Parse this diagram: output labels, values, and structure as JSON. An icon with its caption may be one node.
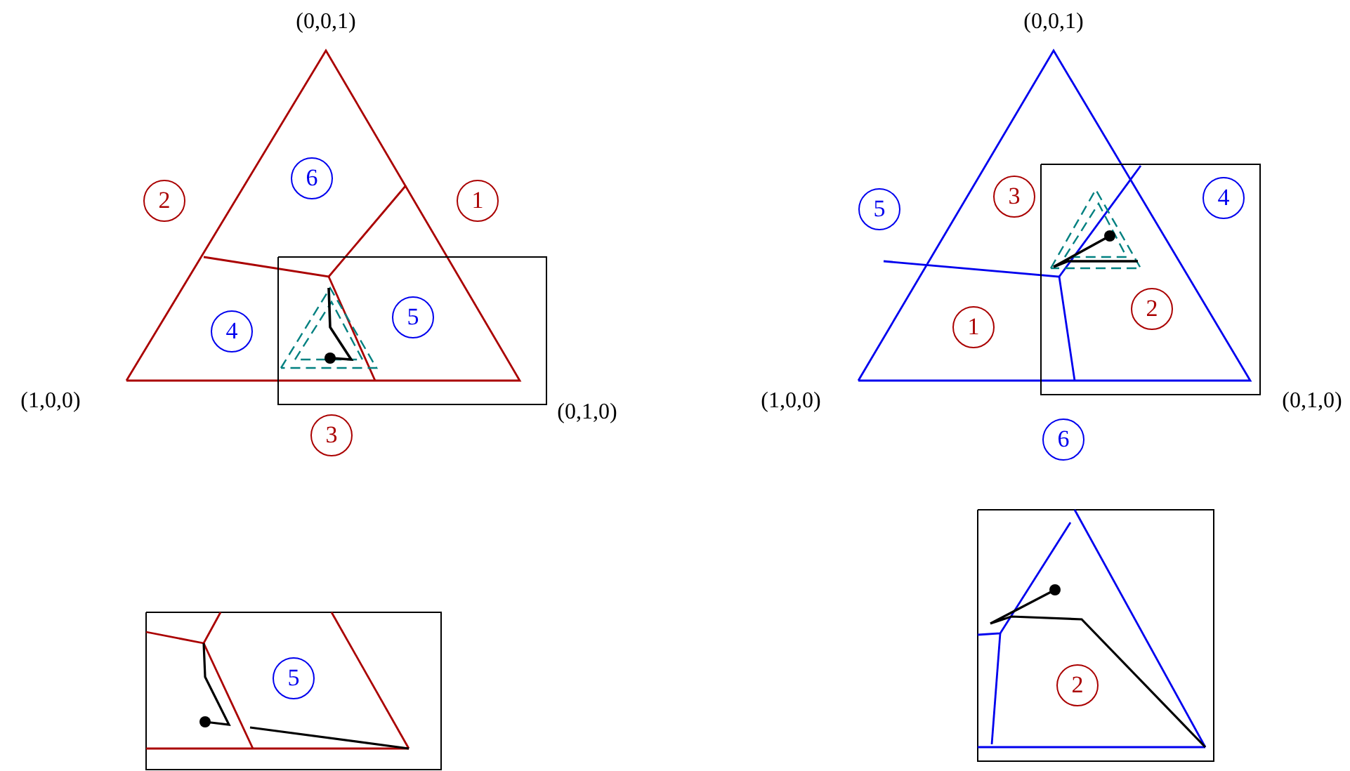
{
  "diagram": {
    "nodes": [
      {
        "text": [
          "2"
        ]
      },
      {
        "text": [
          "6"
        ]
      },
      {
        "text": [
          "1"
        ]
      },
      {
        "text": [
          "4"
        ]
      },
      {
        "text": [
          "5"
        ]
      },
      {
        "text": [
          "3"
        ]
      },
      {
        "text": [
          "3"
        ]
      },
      {
        "text": [
          "5"
        ]
      },
      {
        "text": [
          "4"
        ]
      },
      {
        "text": [
          "1"
        ]
      },
      {
        "text": [
          "2"
        ]
      },
      {
        "text": [
          "6"
        ]
      },
      {
        "text": [
          "5"
        ]
      },
      {
        "text": [
          "2"
        ]
      }
    ],
    "labels": [
      "(0,0,1)",
      "(0,0,1)",
      "(1,0,0)",
      "(0,1,0)",
      "(1,0,0)",
      "(0,1,0)"
    ]
  }
}
